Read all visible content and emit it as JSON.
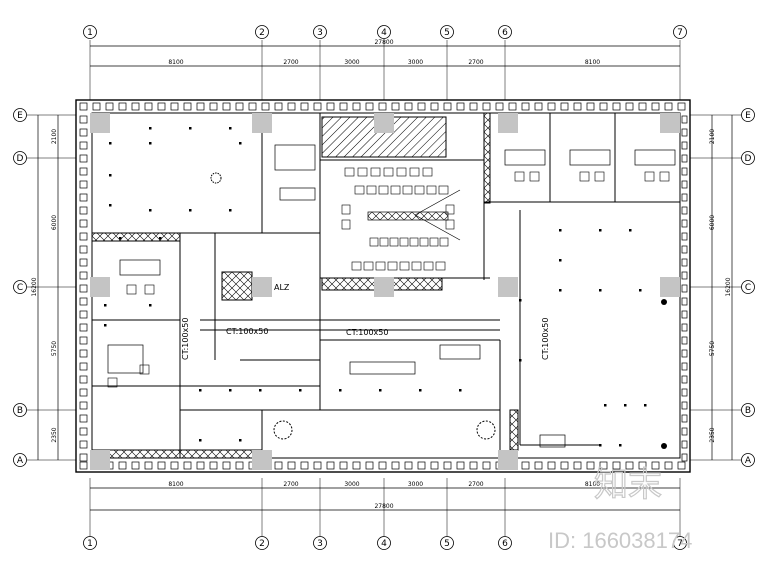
{
  "drawing": {
    "grid_columns": [
      "1",
      "2",
      "3",
      "4",
      "5",
      "6",
      "7"
    ],
    "grid_rows": [
      "E",
      "D",
      "C",
      "B",
      "A"
    ],
    "total_width": "27800",
    "top_dims": [
      "8100",
      "2700",
      "3000",
      "3000",
      "2700",
      "8100"
    ],
    "bottom_dims": [
      "8100",
      "2700",
      "3000",
      "3000",
      "2700",
      "8100"
    ],
    "left_dims": [
      "2100",
      "6000",
      "5750",
      "2350"
    ],
    "right_dims": [
      "2100",
      "6000",
      "5750",
      "2350"
    ],
    "total_height": "16200",
    "annotations": {
      "ct_left": "CT:100x50",
      "ct_left_vertical": "CT:100x50",
      "ct_center": "CT:100x50",
      "ct_right_vertical": "CT:100x50",
      "alz": "ALZ"
    }
  },
  "watermark": {
    "logo_text": "知末",
    "id_text": "ID: 166038174"
  }
}
